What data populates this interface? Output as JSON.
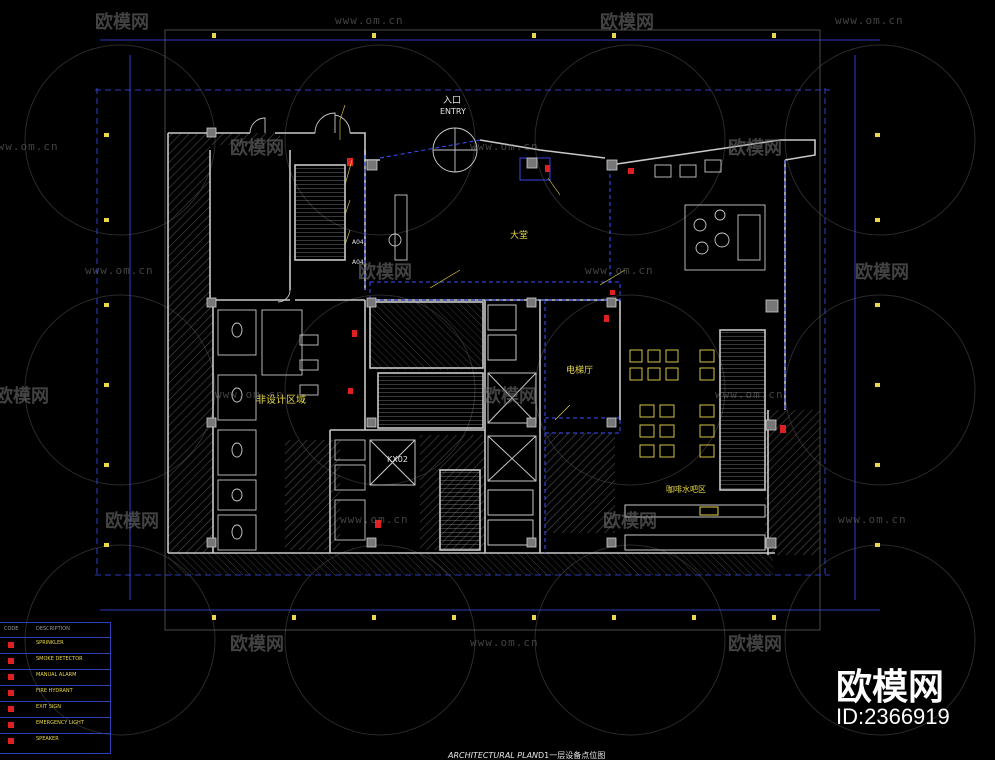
{
  "drawing": {
    "entry_cn": "入口",
    "entry_en": "ENTRY",
    "lobby": "大堂",
    "elevator_hall": "电梯厅",
    "non_design_area": "非设计区域",
    "coffee_bar": "咖啡水吧区",
    "room_labels": [
      "KX02",
      "A04",
      "A04"
    ],
    "title_block": "ARCHITECTURAL PLAN",
    "title_block_cn": "D1一层设备点位图",
    "legend_header": [
      "CODE",
      "DESCRIPTION"
    ],
    "legend_items": [
      "SPRINKLER",
      "SMOKE DETECTOR",
      "MANUAL ALARM",
      "FIRE HYDRANT",
      "EXIT SIGN",
      "EMERGENCY LIGHT",
      "SPEAKER"
    ]
  },
  "watermark": {
    "brand": "欧模网",
    "url": "www.om.cn"
  },
  "branding": {
    "logo": "欧模网",
    "id": "ID:2366919"
  },
  "colors": {
    "background": "#000000",
    "wall": "#c8c8c8",
    "hatch": "#555555",
    "dim_line": "#3a52ff",
    "annotation": "#e8d84a",
    "fixture_red": "#e02020"
  }
}
